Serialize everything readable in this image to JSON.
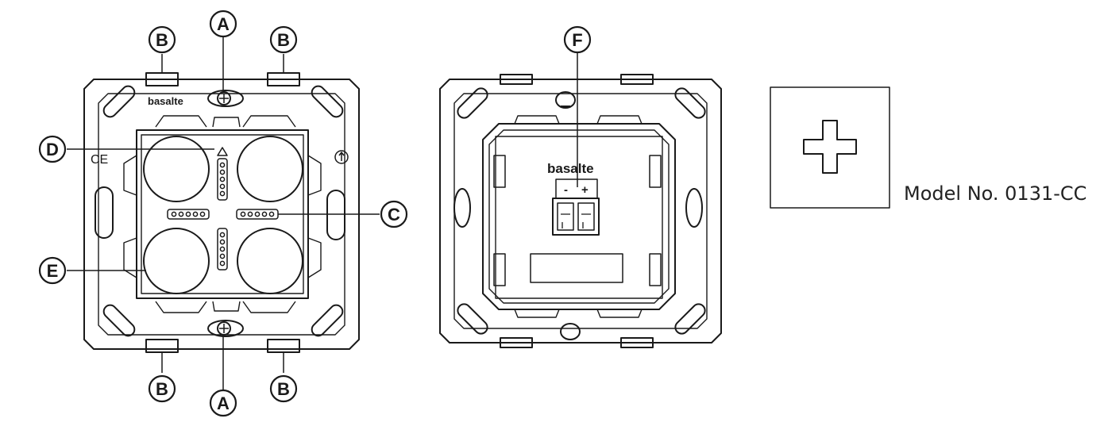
{
  "callouts": {
    "A": "A",
    "B": "B",
    "C": "C",
    "D": "D",
    "E": "E",
    "F": "F"
  },
  "brand": "basalte",
  "terminal": {
    "minus": "-",
    "plus": "+"
  },
  "ce_mark": "CE",
  "model": "Model No. 0131-CC",
  "colors": {
    "stroke": "#1a1a1a",
    "background": "#ffffff"
  }
}
